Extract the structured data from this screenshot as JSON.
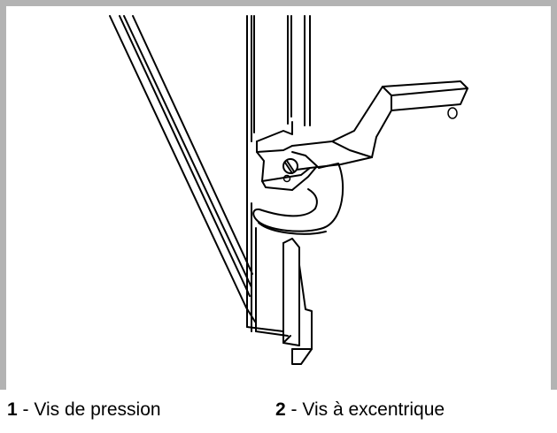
{
  "captions": [
    {
      "number": "1",
      "text": "- Vis de pression"
    },
    {
      "number": "2",
      "text": "- Vis à excentrique"
    }
  ],
  "colors": {
    "frame": "#b3b3b3",
    "line": "#000000",
    "background": "#ffffff"
  }
}
